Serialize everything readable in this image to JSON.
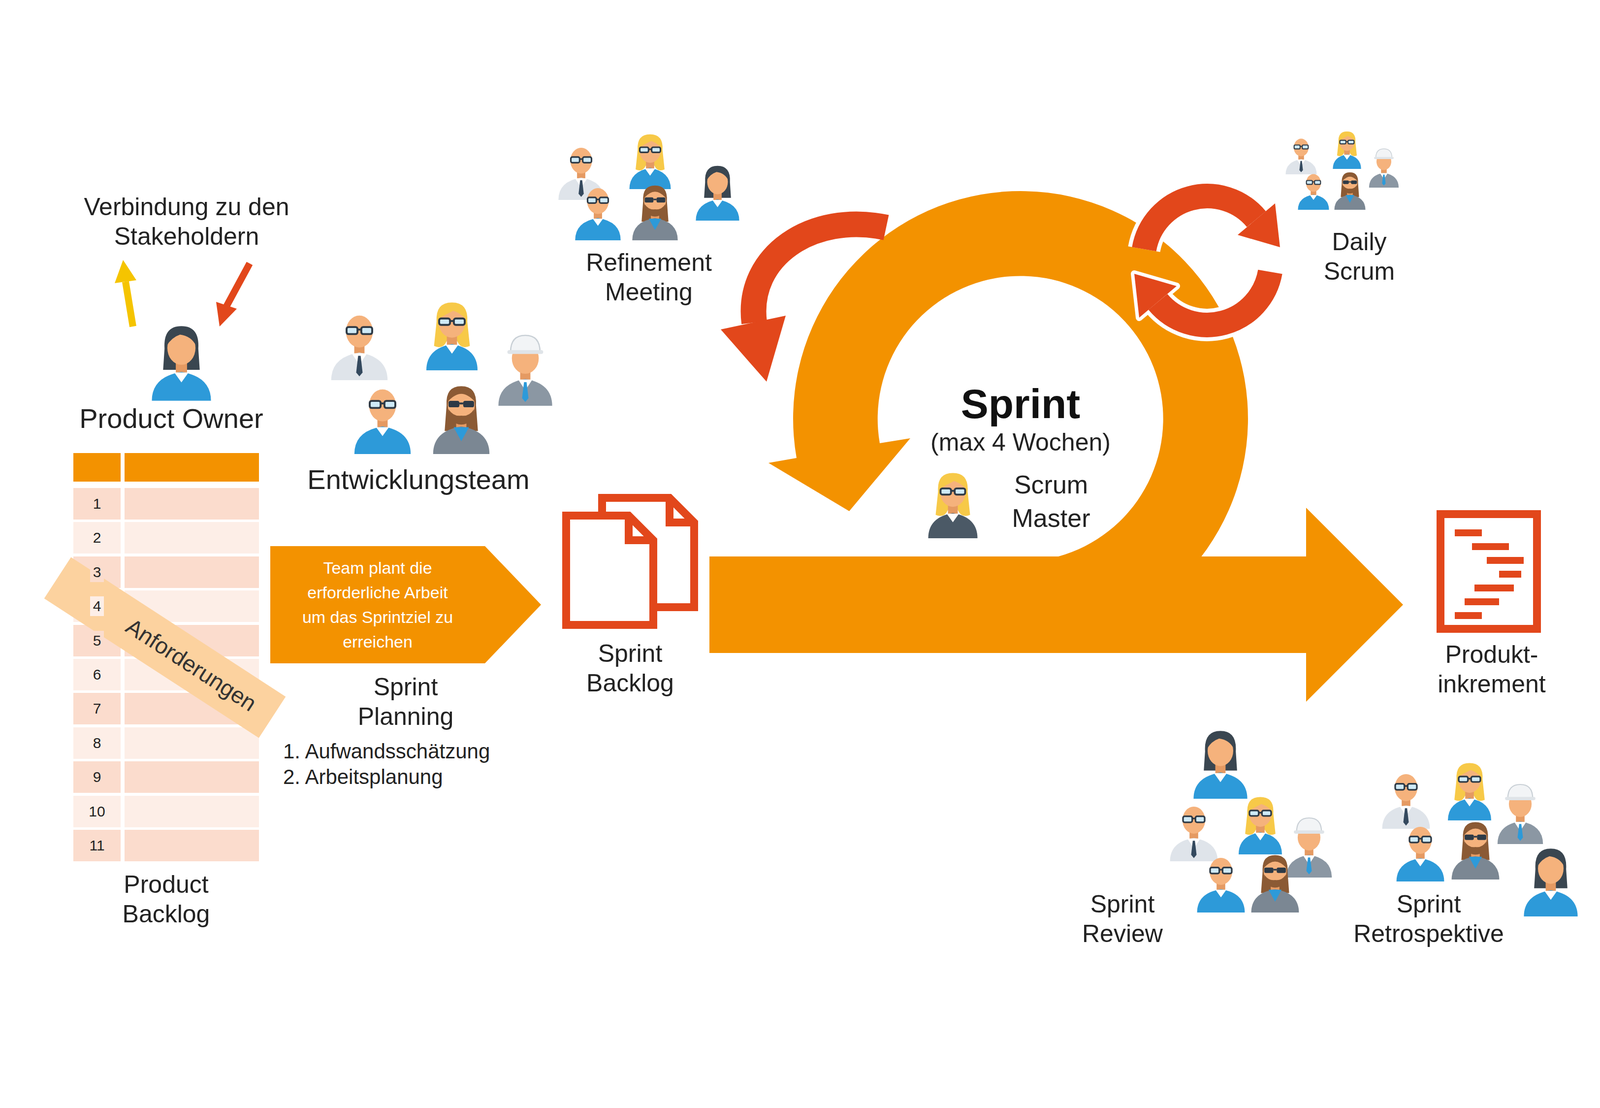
{
  "diagram": {
    "nodes": [
      {
        "text": [
          "Product Owner"
        ]
      },
      {
        "text": [
          "Product Backlog"
        ]
      },
      {
        "text": [
          "Anforderungen"
        ]
      },
      {
        "text": [
          "Entwicklungsteam"
        ]
      },
      {
        "text": [
          "Team plant die erforderliche Arbeit um das Sprintziel zu erreichen",
          "Sprint Planning"
        ]
      },
      {
        "text": [
          "Sprint Backlog"
        ]
      },
      {
        "text": [
          "Refinement Meeting"
        ]
      },
      {
        "text": [
          "Sprint",
          "(max 4 Wochen)"
        ]
      },
      {
        "text": [
          "Scrum Master"
        ],
        "in": 7
      },
      {
        "text": [
          "Daily Scrum"
        ]
      },
      {
        "text": [
          "Produkt- inkrement"
        ]
      },
      {
        "text": [
          "Sprint Review"
        ]
      },
      {
        "text": [
          "Sprint Retrospektive"
        ]
      }
    ],
    "edges": [
      {
        "from": 5,
        "to": 10,
        "arrow": "to"
      }
    ],
    "labels": [
      "Verbindung zu den Stakeholdern",
      "1",
      "2",
      "3",
      "4",
      "5",
      "6",
      "7",
      "8",
      "9",
      "10",
      "11",
      "1. Aufwandsschätzung",
      "2. Arbeitsplanung"
    ]
  }
}
